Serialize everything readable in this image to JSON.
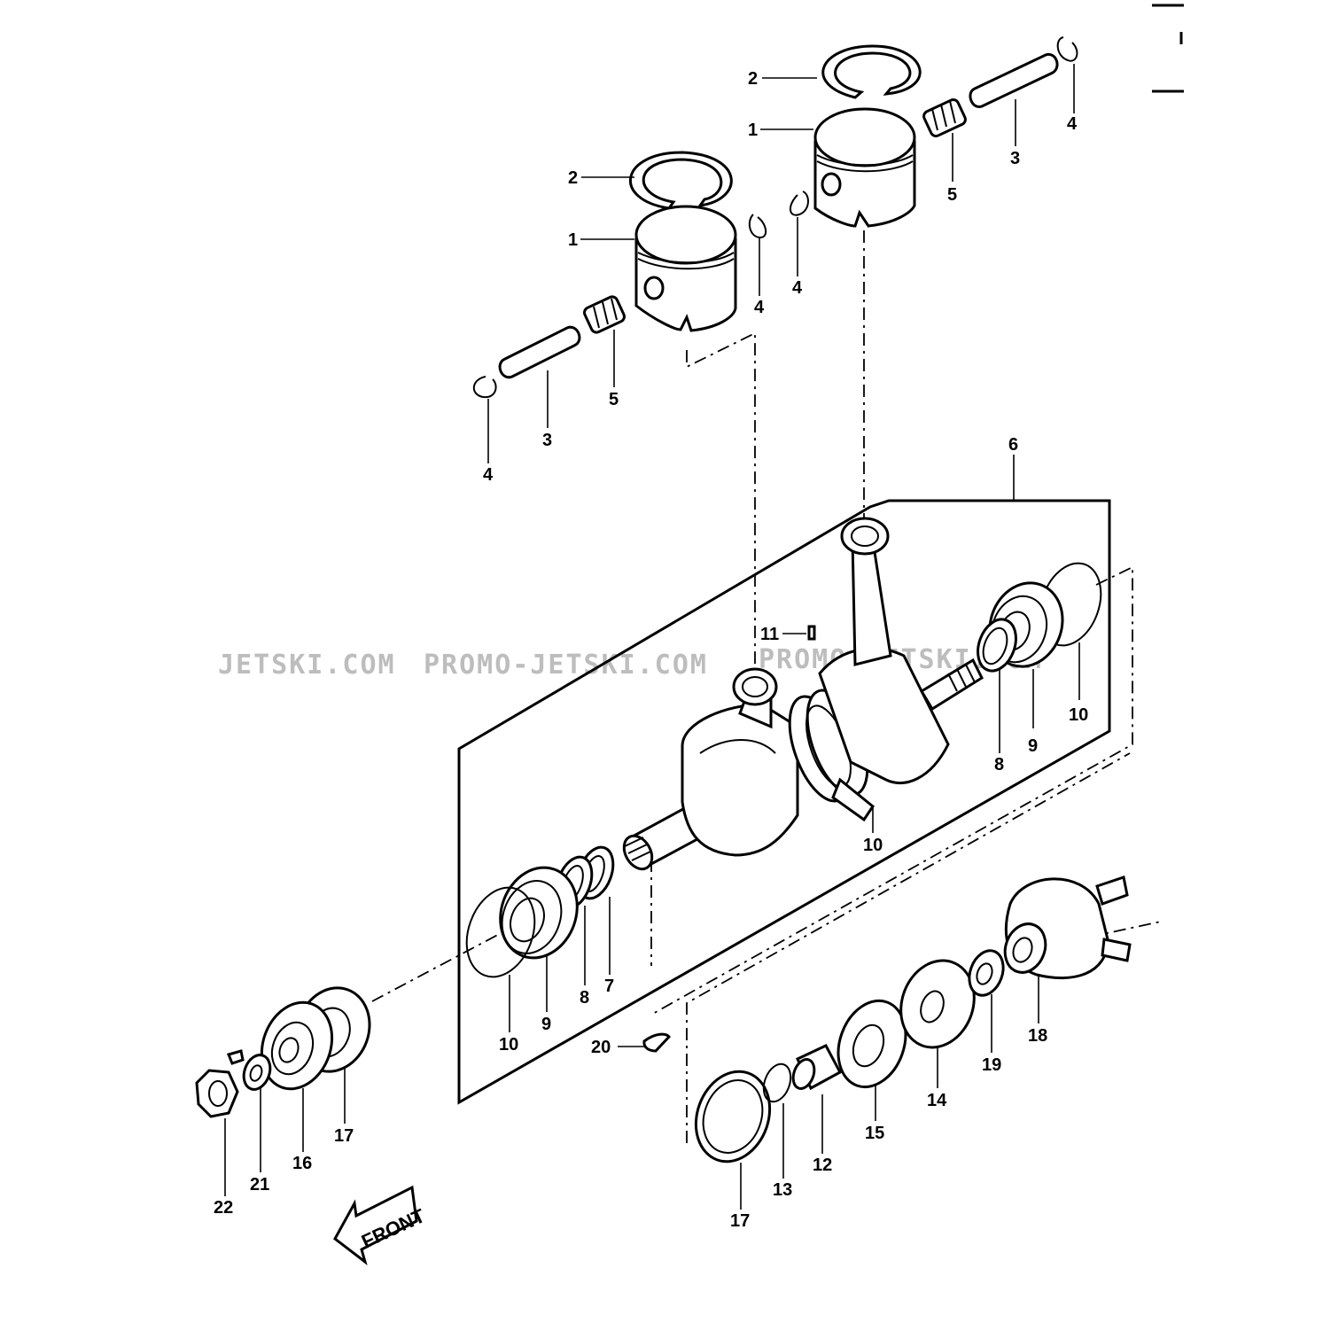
{
  "watermarks": [
    "JETSKI.COM",
    "PROMO-JETSKI.COM",
    "PROMO-JETSKI.COM"
  ],
  "callouts": {
    "p1a": "1",
    "p1b": "1",
    "p2a": "2",
    "p2b": "2",
    "p3a": "3",
    "p3b": "3",
    "p4a": "4",
    "p4b": "4",
    "p4c": "4",
    "p4d": "4",
    "p5a": "5",
    "p5b": "5",
    "p6": "6",
    "p7": "7",
    "p8a": "8",
    "p8b": "8",
    "p9a": "9",
    "p9b": "9",
    "p10a": "10",
    "p10b": "10",
    "p10c": "10",
    "p11": "11",
    "p12": "12",
    "p13": "13",
    "p14": "14",
    "p15": "15",
    "p16": "16",
    "p17a": "17",
    "p17b": "17",
    "p18": "18",
    "p19": "19",
    "p20": "20",
    "p21": "21",
    "p22": "22"
  },
  "direction_label": "FRONT"
}
